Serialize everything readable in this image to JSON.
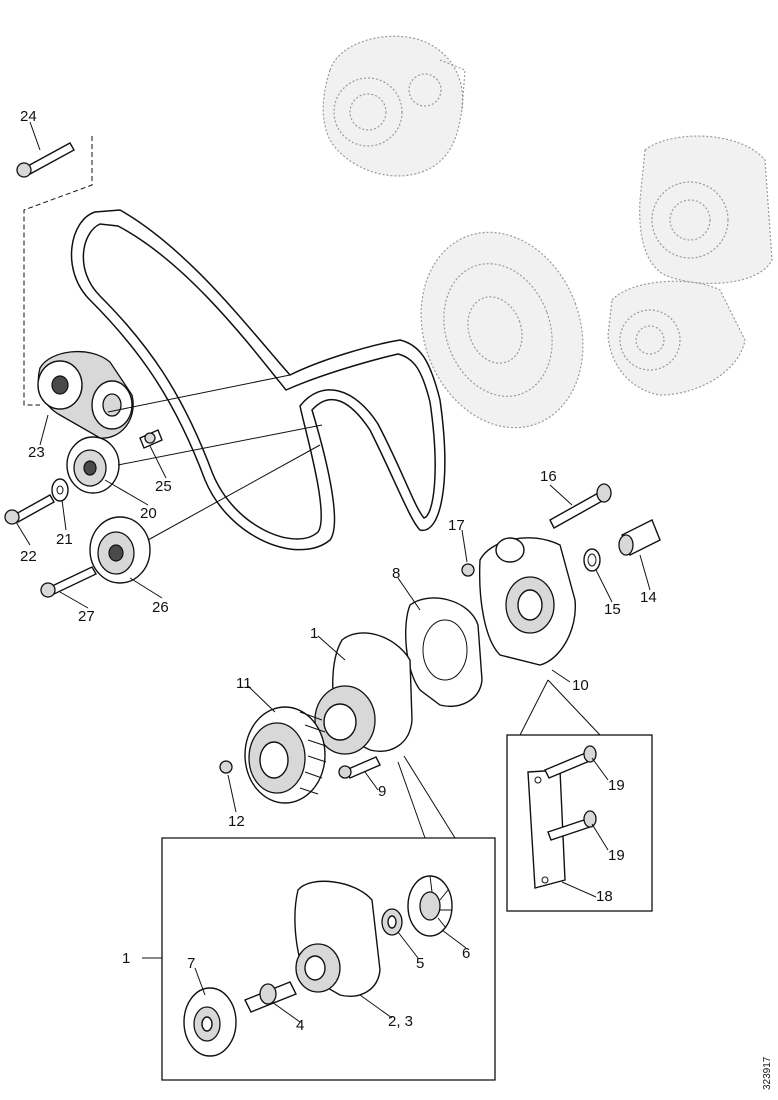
{
  "callouts": {
    "c1_main": "1",
    "c1_box": "1",
    "c2_3": "2, 3",
    "c4": "4",
    "c5": "5",
    "c6": "6",
    "c7": "7",
    "c8": "8",
    "c9": "9",
    "c10": "10",
    "c11": "11",
    "c12": "12",
    "c14": "14",
    "c15": "15",
    "c16": "16",
    "c17": "17",
    "c18": "18",
    "c19a": "19",
    "c19b": "19",
    "c20": "20",
    "c21": "21",
    "c22": "22",
    "c23": "23",
    "c24": "24",
    "c25": "25",
    "c26": "26",
    "c27": "27"
  },
  "figure_code": "323917"
}
